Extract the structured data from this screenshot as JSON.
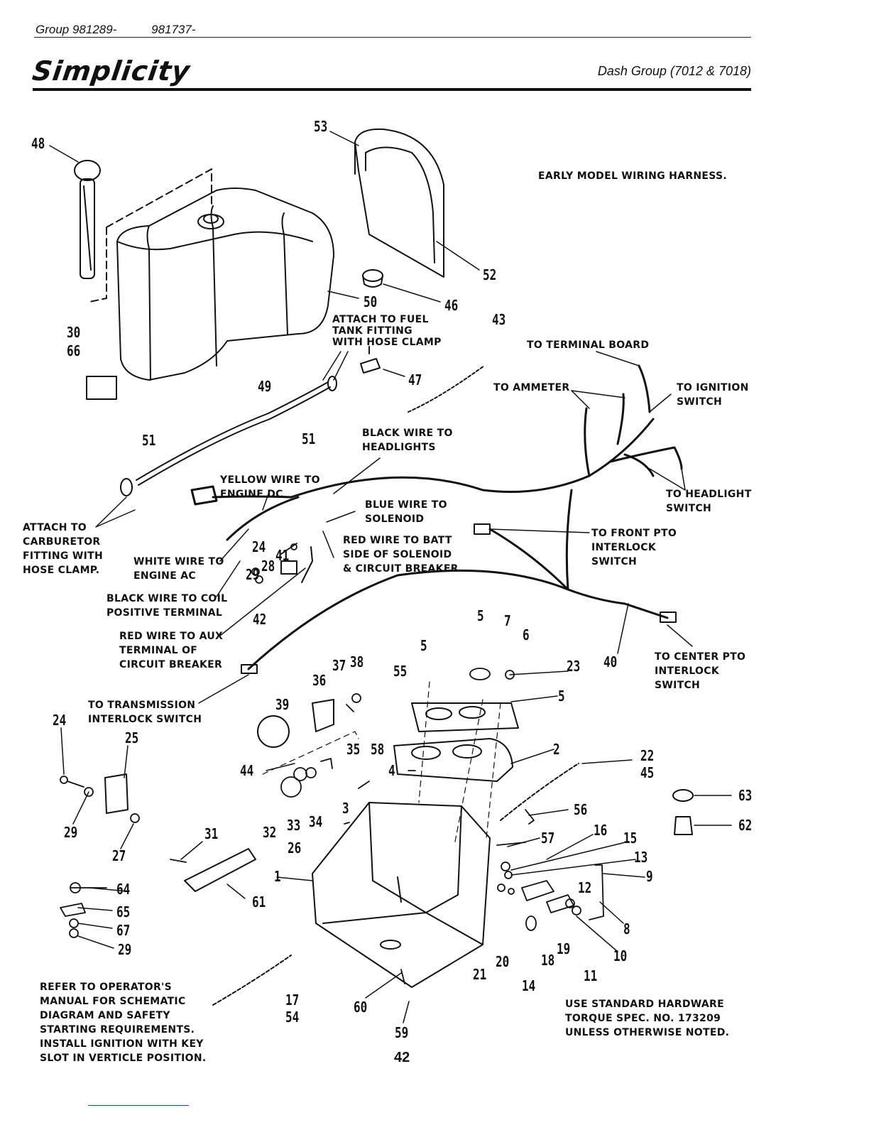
{
  "header": {
    "group_left": "Group 981289-",
    "group_right": "981737-",
    "brand": "Simplicity",
    "title": "Dash Group (7012 & 7018)"
  },
  "labels": {
    "early_model": "EARLY MODEL WIRING HARNESS.",
    "attach_fuel": "ATTACH TO FUEL\nTANK FITTING\nWITH HOSE CLAMP",
    "to_terminal_board": "TO TERMINAL BOARD",
    "to_ammeter": "TO AMMETER",
    "to_ignition": "TO IGNITION\nSWITCH",
    "black_headlights": "BLACK WIRE TO\nHEADLIGHTS",
    "yellow_engine": "YELLOW WIRE TO\nENGINE DC",
    "blue_solenoid": "BLUE WIRE TO\nSOLENOID",
    "to_headlight_switch": "TO HEADLIGHT\nSWITCH",
    "attach_carb": "ATTACH TO\nCARBURETOR\nFITTING WITH\nHOSE CLAMP.",
    "red_batt": "RED WIRE TO BATT\nSIDE OF SOLENOID\n& CIRCUIT BREAKER",
    "to_front_pto": "TO FRONT PTO\nINTERLOCK\nSWITCH",
    "white_engine": "WHITE WIRE TO\nENGINE AC",
    "black_coil": "BLACK WIRE TO COIL\nPOSITIVE TERMINAL",
    "red_aux": "RED WIRE TO AUX\nTERMINAL OF\nCIRCUIT BREAKER",
    "to_center_pto": "TO CENTER PTO\nINTERLOCK\nSWITCH",
    "to_transmission": "TO TRANSMISSION\nINTERLOCK SWITCH",
    "refer_operator": "REFER TO OPERATOR'S\nMANUAL FOR SCHEMATIC\nDIAGRAM AND SAFETY\nSTARTING REQUIREMENTS.\nINSTALL IGNITION WITH KEY\nSLOT IN VERTICLE POSITION.",
    "use_standard": "USE STANDARD HARDWARE\nTORQUE SPEC. NO. 173209\nUNLESS OTHERWISE NOTED."
  },
  "part_numbers": [
    "48",
    "53",
    "52",
    "50",
    "46",
    "30",
    "66",
    "49",
    "51",
    "51",
    "47",
    "43",
    "24",
    "41",
    "28",
    "29",
    "42",
    "5",
    "7",
    "6",
    "23",
    "5",
    "55",
    "37",
    "38",
    "36",
    "40",
    "39",
    "5",
    "2",
    "44",
    "35",
    "58",
    "4",
    "22",
    "45",
    "63",
    "62",
    "3",
    "56",
    "57",
    "16",
    "15",
    "13",
    "9",
    "12",
    "8",
    "24",
    "25",
    "29",
    "27",
    "31",
    "26",
    "1",
    "32",
    "33",
    "34",
    "61",
    "64",
    "65",
    "67",
    "29",
    "17",
    "54",
    "60",
    "59",
    "21",
    "20",
    "14",
    "18",
    "19",
    "10",
    "11"
  ],
  "page_number": "42"
}
